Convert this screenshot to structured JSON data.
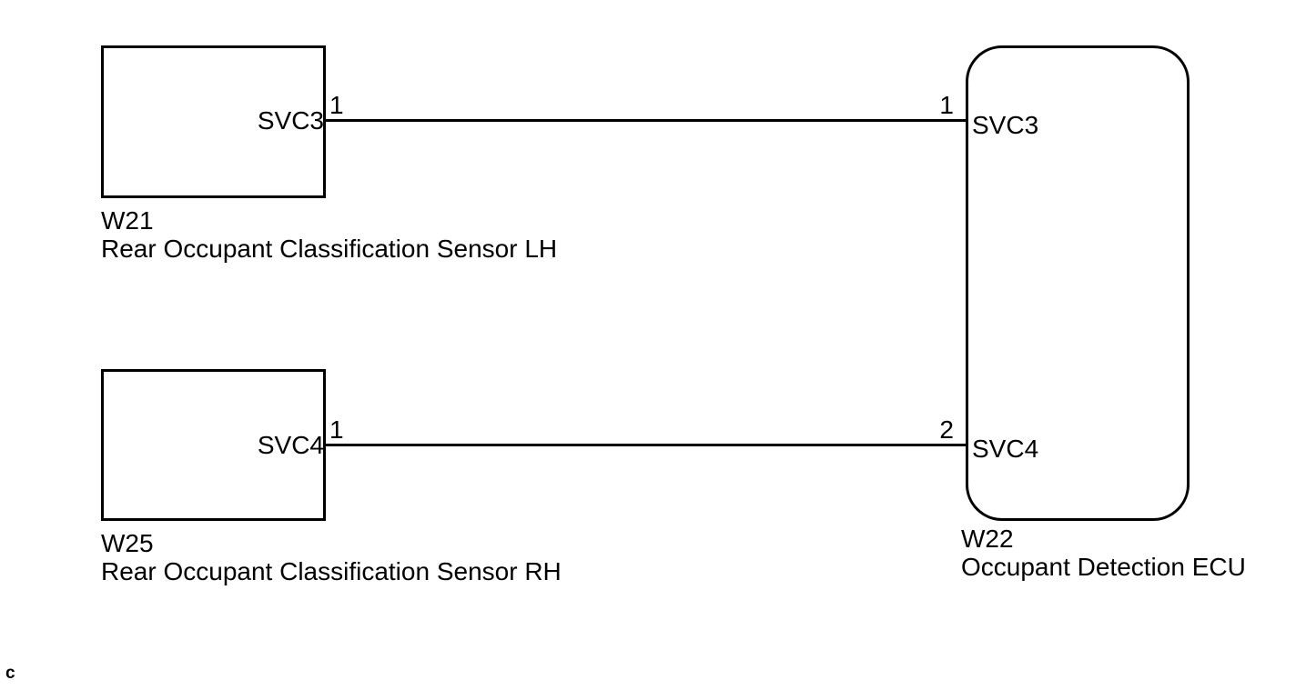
{
  "components": {
    "w21": {
      "code": "W21",
      "name": "Rear Occupant Classification Sensor LH",
      "connector_label": "SVC3",
      "pin": "1"
    },
    "w25": {
      "code": "W25",
      "name": "Rear Occupant Classification Sensor RH",
      "connector_label": "SVC4",
      "pin": "1"
    },
    "w22": {
      "code": "W22",
      "name": "Occupant Detection ECU",
      "terminals": {
        "svc3": {
          "label": "SVC3",
          "pin": "1"
        },
        "svc4": {
          "label": "SVC4",
          "pin": "2"
        }
      }
    }
  },
  "wires": [
    {
      "from": "W21 SVC3 pin 1",
      "to": "W22 SVC3 pin 1"
    },
    {
      "from": "W25 SVC4 pin 1",
      "to": "W22 SVC4 pin 2"
    }
  ],
  "footer": {
    "mark": "c"
  },
  "colors": {
    "line": "#000000",
    "background": "#ffffff",
    "text": "#000000"
  }
}
